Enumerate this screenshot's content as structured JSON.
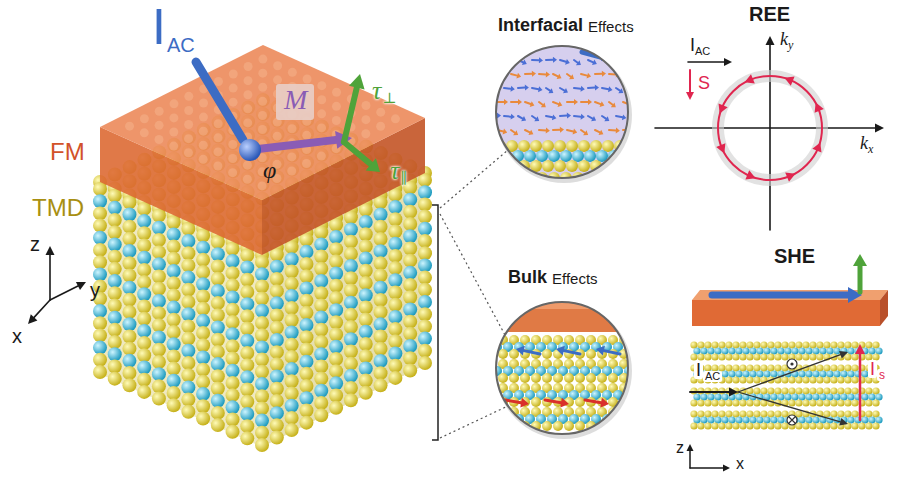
{
  "diagram": {
    "labels": [
      "I",
      "AC",
      "M",
      "φ",
      "τ",
      "⊥",
      "τ",
      "∥",
      "FM",
      "TMD",
      "z",
      "y",
      "x",
      "Interfacial",
      "Effects",
      "Bulk",
      "Effects",
      "REE",
      "I",
      "AC",
      "k",
      "y",
      "S",
      "k",
      "x",
      "SHE",
      "I",
      "AC",
      "I",
      "s",
      "z",
      "x"
    ]
  }
}
